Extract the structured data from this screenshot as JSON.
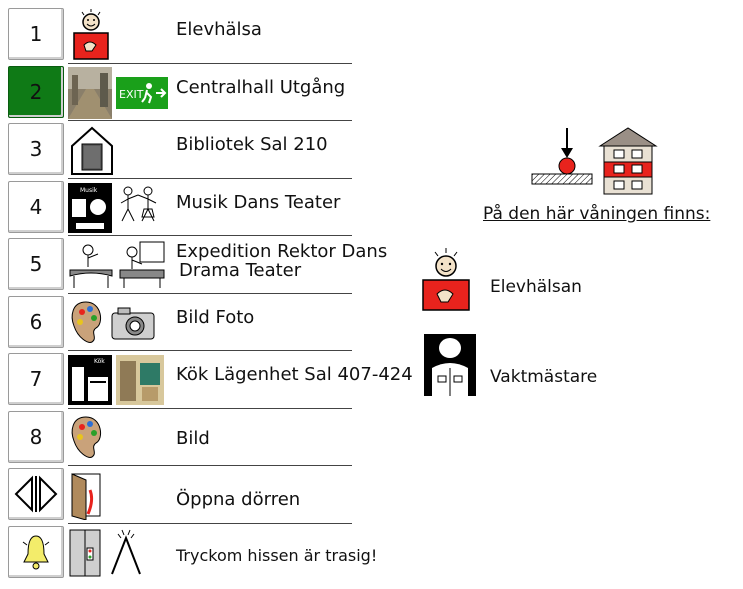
{
  "rows": [
    {
      "key": "1",
      "label": "Elevhälsa",
      "active": false
    },
    {
      "key": "2",
      "label": "Centralhall  Utgång",
      "active": true,
      "exit_sign": "EXIT"
    },
    {
      "key": "3",
      "label": "Bibliotek  Sal 210",
      "active": false
    },
    {
      "key": "4",
      "label": "Musik  Dans  Teater",
      "active": false,
      "music_label": "Musik"
    },
    {
      "key": "5",
      "label_line1": "Expedition  Rektor Dans",
      "label_line2": "Drama Teater",
      "active": false
    },
    {
      "key": "6",
      "label": "Bild  Foto",
      "active": false
    },
    {
      "key": "7",
      "label": "Kök Lägenhet Sal 407-424",
      "active": false,
      "kitchen_label": "Kök"
    },
    {
      "key": "8",
      "label": "Bild",
      "active": false
    },
    {
      "key_icon": "door-arrows-icon",
      "label": "Öppna dörren",
      "active": false
    },
    {
      "key_icon": "bell-icon",
      "label": "Tryckom hissen är trasig!",
      "active": false
    }
  ],
  "right": {
    "heading": "På den här våningen finns:",
    "items": [
      {
        "label": "Elevhälsan",
        "icon": "nurse-icon"
      },
      {
        "label": "Vaktmästare",
        "icon": "janitor-icon"
      }
    ]
  },
  "colors": {
    "active_key": "#0f7a16",
    "red": "#e8231d",
    "exit_green": "#1aa01a"
  }
}
